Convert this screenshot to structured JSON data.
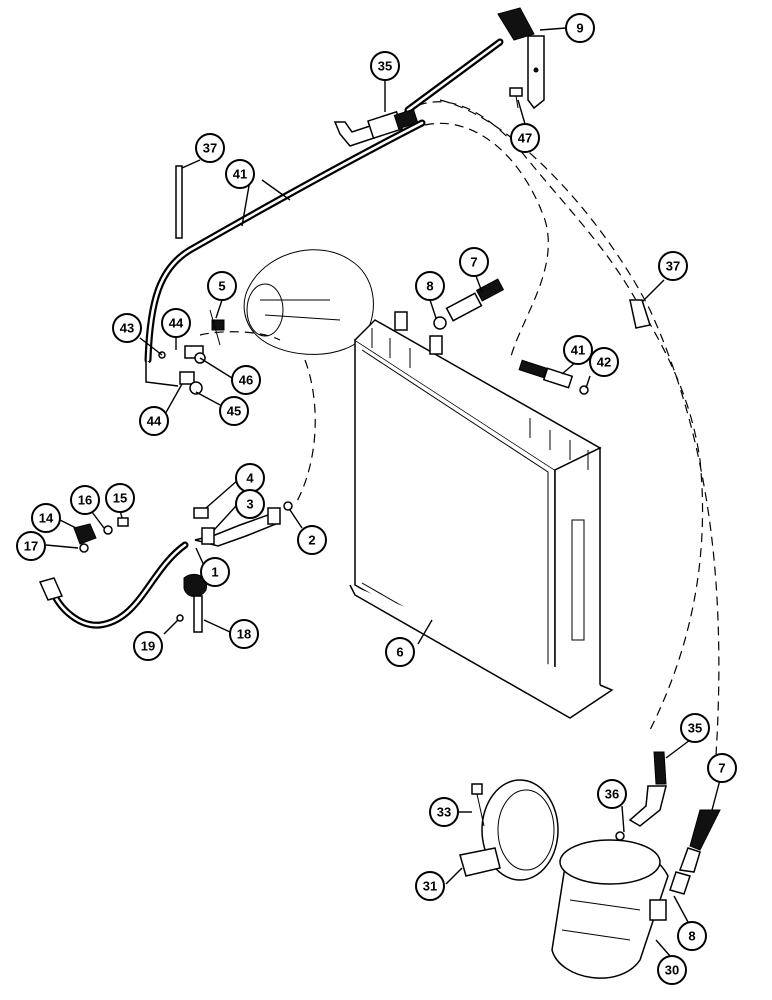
{
  "callouts": [
    {
      "label": "9"
    },
    {
      "label": "35"
    },
    {
      "label": "47"
    },
    {
      "label": "37"
    },
    {
      "label": "41"
    },
    {
      "label": "5"
    },
    {
      "label": "43"
    },
    {
      "label": "44"
    },
    {
      "label": "46"
    },
    {
      "label": "44"
    },
    {
      "label": "45"
    },
    {
      "label": "8"
    },
    {
      "label": "7"
    },
    {
      "label": "37"
    },
    {
      "label": "41"
    },
    {
      "label": "42"
    },
    {
      "label": "4"
    },
    {
      "label": "3"
    },
    {
      "label": "2"
    },
    {
      "label": "14"
    },
    {
      "label": "16"
    },
    {
      "label": "15"
    },
    {
      "label": "17"
    },
    {
      "label": "1"
    },
    {
      "label": "19"
    },
    {
      "label": "18"
    },
    {
      "label": "6"
    },
    {
      "label": "35"
    },
    {
      "label": "7"
    },
    {
      "label": "33"
    },
    {
      "label": "36"
    },
    {
      "label": "31"
    },
    {
      "label": "8"
    },
    {
      "label": "30"
    }
  ]
}
